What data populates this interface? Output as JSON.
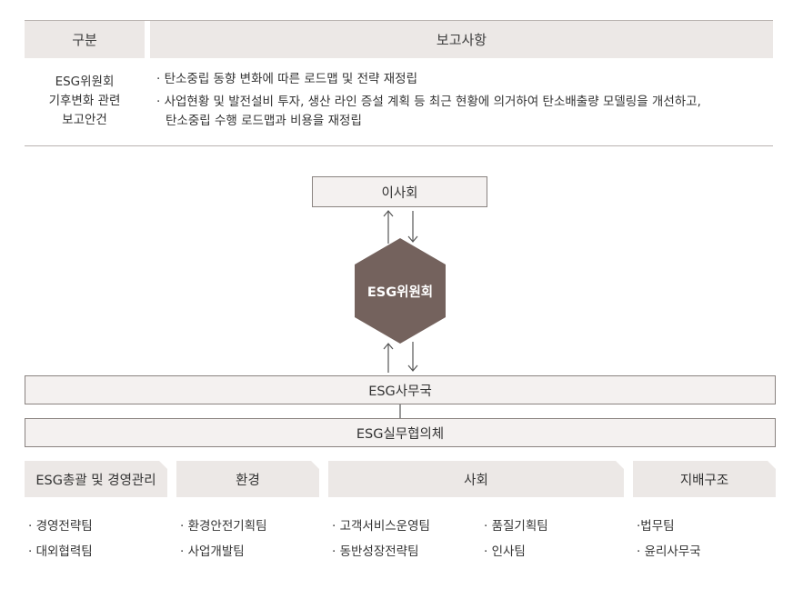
{
  "report_table": {
    "header": {
      "category": "구분",
      "report": "보고사항"
    },
    "category_lines": [
      "ESG위원회",
      "기후변화 관련",
      "보고안건"
    ],
    "bullet_1": "· 탄소중립 동향 변화에 따른 로드맵 및 전략 재정립",
    "bullet_2_line1": "· 사업현황 및 발전설비 투자, 생산 라인 증설 계획 등 최근 현황에 의거하여 탄소배출량 모델링을 개선하고,",
    "bullet_2_line2": "탄소중립 수행 로드맵과 비용을 재정립"
  },
  "org_chart": {
    "board": "이사회",
    "committee": "ESG위원회",
    "secretariat": "ESG사무국",
    "working_council": "ESG실무협의체",
    "colors": {
      "committee_fill": "#74625d",
      "box_border": "#8a8380",
      "tab_fill": "#ece8e6"
    },
    "groups": [
      {
        "label": "ESG총괄 및 경영관리",
        "teams": [
          "· 경영전략팀",
          "· 대외협력팀"
        ]
      },
      {
        "label": "환경",
        "teams": [
          "· 환경안전기획팀",
          "· 사업개발팀"
        ]
      },
      {
        "label": "사회",
        "teams_col1": [
          "· 고객서비스운영팀",
          "· 동반성장전략팀"
        ],
        "teams_col2": [
          "· 품질기획팀",
          "· 인사팀"
        ]
      },
      {
        "label": "지배구조",
        "teams": [
          "·법무팀",
          "· 윤리사무국"
        ]
      }
    ]
  }
}
